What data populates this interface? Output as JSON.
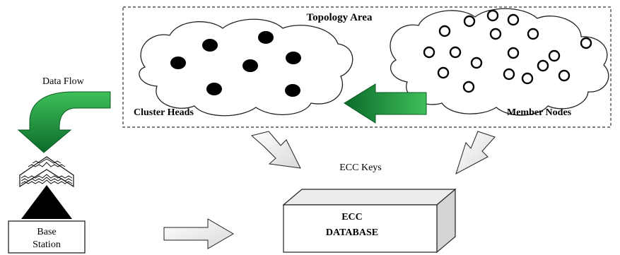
{
  "labels": {
    "topology_area": "Topology Area",
    "cluster_heads": "Cluster Heads",
    "member_nodes": "Member Nodes",
    "data_flow": "Data Flow",
    "ecc_keys": "ECC Keys",
    "base_station_line1": "Base",
    "base_station_line2": "Station",
    "ecc_line1": "ECC",
    "ecc_line2": "DATABASE"
  },
  "colors": {
    "green_arrow_dark": "#0b6b2a",
    "green_arrow_light": "#3fbf5a",
    "cluster_head_fill": "#000000",
    "outline": "#1a1a1a",
    "box_front": "#ffffff",
    "box_side": "#d4d4d4",
    "box_top": "#ececec"
  }
}
